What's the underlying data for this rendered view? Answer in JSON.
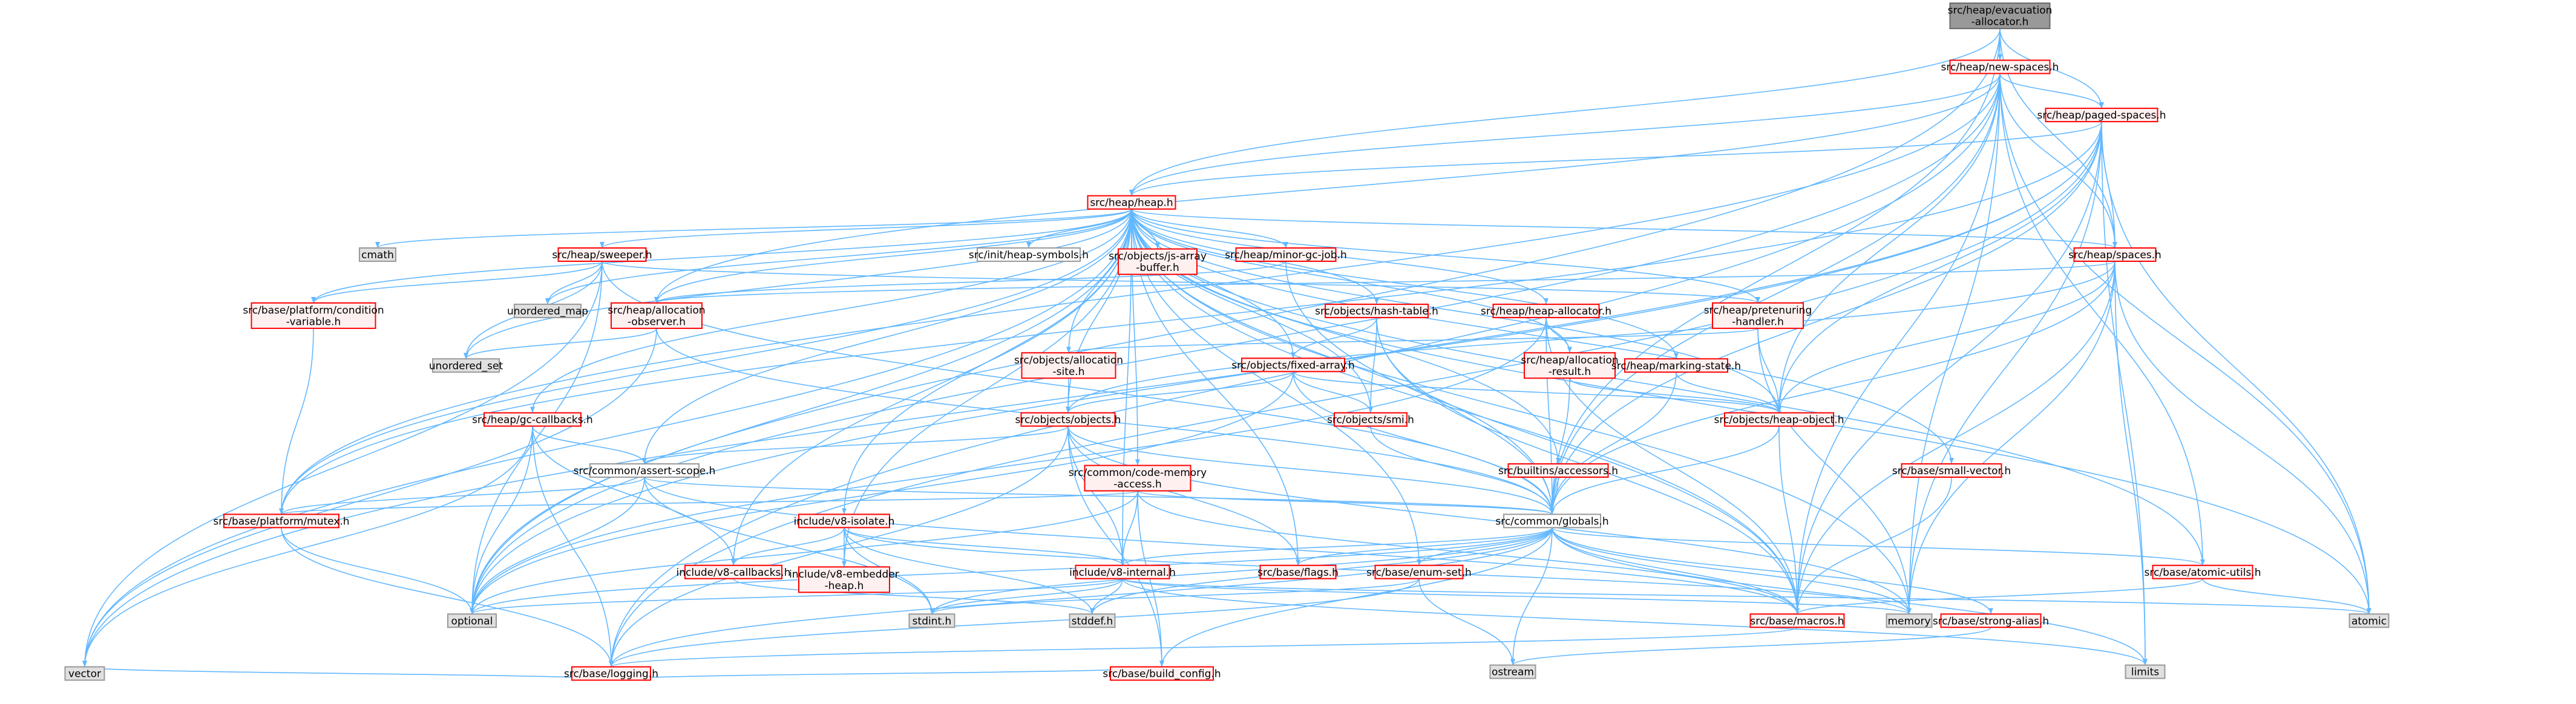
{
  "colors": {
    "edge": "#63b8ff",
    "node_border_red": "#ff0000",
    "node_border_gray": "#999999",
    "node_fill": "#fff0f0",
    "node_fill_system": "#e0e0e0",
    "root_fill": "#999999",
    "root_border": "#666666"
  },
  "nodes": [
    {
      "id": "root",
      "lines": [
        "src/heap/evacuation",
        "-allocator.h"
      ],
      "kind": "root"
    },
    {
      "id": "new_spaces",
      "lines": [
        "src/heap/new-spaces.h"
      ],
      "kind": "red"
    },
    {
      "id": "paged_spaces",
      "lines": [
        "src/heap/paged-spaces.h"
      ],
      "kind": "red"
    },
    {
      "id": "heap",
      "lines": [
        "src/heap/heap.h"
      ],
      "kind": "red"
    },
    {
      "id": "spaces",
      "lines": [
        "src/heap/spaces.h"
      ],
      "kind": "red"
    },
    {
      "id": "cmath",
      "lines": [
        "cmath"
      ],
      "kind": "sys"
    },
    {
      "id": "sweeper",
      "lines": [
        "src/heap/sweeper.h"
      ],
      "kind": "red"
    },
    {
      "id": "heap_symbols",
      "lines": [
        "src/init/heap-symbols.h"
      ],
      "kind": "gray"
    },
    {
      "id": "js_array_buffer",
      "lines": [
        "src/objects/js-array",
        "-buffer.h"
      ],
      "kind": "red"
    },
    {
      "id": "minor_gc_job",
      "lines": [
        "src/heap/minor-gc-job.h"
      ],
      "kind": "red"
    },
    {
      "id": "cond_var",
      "lines": [
        "src/base/platform/condition",
        "-variable.h"
      ],
      "kind": "red"
    },
    {
      "id": "unordered_map",
      "lines": [
        "unordered_map"
      ],
      "kind": "sys"
    },
    {
      "id": "alloc_observer",
      "lines": [
        "src/heap/allocation",
        "-observer.h"
      ],
      "kind": "red"
    },
    {
      "id": "hash_table",
      "lines": [
        "src/objects/hash-table.h"
      ],
      "kind": "red"
    },
    {
      "id": "heap_allocator",
      "lines": [
        "src/heap/heap-allocator.h"
      ],
      "kind": "red"
    },
    {
      "id": "pretenuring",
      "lines": [
        "src/heap/pretenuring",
        "-handler.h"
      ],
      "kind": "red"
    },
    {
      "id": "unordered_set",
      "lines": [
        "unordered_set"
      ],
      "kind": "sys"
    },
    {
      "id": "alloc_site",
      "lines": [
        "src/objects/allocation",
        "-site.h"
      ],
      "kind": "red"
    },
    {
      "id": "fixed_array",
      "lines": [
        "src/objects/fixed-array.h"
      ],
      "kind": "red"
    },
    {
      "id": "alloc_result",
      "lines": [
        "src/heap/allocation",
        "-result.h"
      ],
      "kind": "red"
    },
    {
      "id": "marking_state",
      "lines": [
        "src/heap/marking-state.h"
      ],
      "kind": "red"
    },
    {
      "id": "gc_callbacks",
      "lines": [
        "src/heap/gc-callbacks.h"
      ],
      "kind": "red"
    },
    {
      "id": "objects",
      "lines": [
        "src/objects/objects.h"
      ],
      "kind": "red"
    },
    {
      "id": "smi",
      "lines": [
        "src/objects/smi.h"
      ],
      "kind": "red"
    },
    {
      "id": "heap_object",
      "lines": [
        "src/objects/heap-object.h"
      ],
      "kind": "red"
    },
    {
      "id": "builtins_accessors",
      "lines": [
        "src/builtins/accessors.h"
      ],
      "kind": "red"
    },
    {
      "id": "small_vector",
      "lines": [
        "src/base/small-vector.h"
      ],
      "kind": "red"
    },
    {
      "id": "assert_scope",
      "lines": [
        "src/common/assert-scope.h"
      ],
      "kind": "gray"
    },
    {
      "id": "code_memory_access",
      "lines": [
        "src/common/code-memory",
        "-access.h"
      ],
      "kind": "red"
    },
    {
      "id": "globals",
      "lines": [
        "src/common/globals.h"
      ],
      "kind": "gray"
    },
    {
      "id": "platform_mutex",
      "lines": [
        "src/base/platform/mutex.h"
      ],
      "kind": "red"
    },
    {
      "id": "v8_isolate",
      "lines": [
        "include/v8-isolate.h"
      ],
      "kind": "red"
    },
    {
      "id": "v8_callbacks",
      "lines": [
        "include/v8-callbacks.h"
      ],
      "kind": "red"
    },
    {
      "id": "v8_embedder_heap",
      "lines": [
        "include/v8-embedder",
        "-heap.h"
      ],
      "kind": "red"
    },
    {
      "id": "v8_internal",
      "lines": [
        "include/v8-internal.h"
      ],
      "kind": "red"
    },
    {
      "id": "base_flags",
      "lines": [
        "src/base/flags.h"
      ],
      "kind": "red"
    },
    {
      "id": "enum_set",
      "lines": [
        "src/base/enum-set.h"
      ],
      "kind": "red"
    },
    {
      "id": "atomic_utils",
      "lines": [
        "src/base/atomic-utils.h"
      ],
      "kind": "red"
    },
    {
      "id": "optional",
      "lines": [
        "optional"
      ],
      "kind": "sys"
    },
    {
      "id": "stdint",
      "lines": [
        "stdint.h"
      ],
      "kind": "sys"
    },
    {
      "id": "stddef",
      "lines": [
        "stddef.h"
      ],
      "kind": "sys"
    },
    {
      "id": "macros",
      "lines": [
        "src/base/macros.h"
      ],
      "kind": "red"
    },
    {
      "id": "memory",
      "lines": [
        "memory"
      ],
      "kind": "sys"
    },
    {
      "id": "strong_alias",
      "lines": [
        "src/base/strong-alias.h"
      ],
      "kind": "red"
    },
    {
      "id": "atomic",
      "lines": [
        "atomic"
      ],
      "kind": "sys"
    },
    {
      "id": "logging",
      "lines": [
        "src/base/logging.h"
      ],
      "kind": "red"
    },
    {
      "id": "ostream",
      "lines": [
        "ostream"
      ],
      "kind": "sys"
    },
    {
      "id": "limits",
      "lines": [
        "limits"
      ],
      "kind": "sys"
    },
    {
      "id": "vector",
      "lines": [
        "vector"
      ],
      "kind": "sys"
    },
    {
      "id": "build_config",
      "lines": [
        "src/base/build_config.h"
      ],
      "kind": "red"
    }
  ],
  "edges": [
    [
      "root",
      "new_spaces"
    ],
    [
      "root",
      "paged_spaces"
    ],
    [
      "root",
      "heap"
    ],
    [
      "root",
      "spaces"
    ],
    [
      "root",
      "globals"
    ],
    [
      "root",
      "optional"
    ],
    [
      "new_spaces",
      "paged_spaces"
    ],
    [
      "new_spaces",
      "heap"
    ],
    [
      "new_spaces",
      "spaces"
    ],
    [
      "new_spaces",
      "globals"
    ],
    [
      "new_spaces",
      "heap_object"
    ],
    [
      "new_spaces",
      "atomic_utils"
    ],
    [
      "new_spaces",
      "macros"
    ],
    [
      "new_spaces",
      "platform_mutex"
    ],
    [
      "new_spaces",
      "logging"
    ],
    [
      "new_spaces",
      "atomic"
    ],
    [
      "new_spaces",
      "memory"
    ],
    [
      "new_spaces",
      "optional"
    ],
    [
      "new_spaces",
      "alloc_observer"
    ],
    [
      "paged_spaces",
      "heap"
    ],
    [
      "paged_spaces",
      "spaces"
    ],
    [
      "paged_spaces",
      "globals"
    ],
    [
      "paged_spaces",
      "heap_object"
    ],
    [
      "paged_spaces",
      "atomic"
    ],
    [
      "paged_spaces",
      "limits"
    ],
    [
      "paged_spaces",
      "memory"
    ],
    [
      "paged_spaces",
      "optional"
    ],
    [
      "paged_spaces",
      "platform_mutex"
    ],
    [
      "paged_spaces",
      "logging"
    ],
    [
      "paged_spaces",
      "macros"
    ],
    [
      "paged_spaces",
      "vector"
    ],
    [
      "heap",
      "cmath"
    ],
    [
      "heap",
      "sweeper"
    ],
    [
      "heap",
      "heap_symbols"
    ],
    [
      "heap",
      "js_array_buffer"
    ],
    [
      "heap",
      "minor_gc_job"
    ],
    [
      "heap",
      "cond_var"
    ],
    [
      "heap",
      "unordered_map"
    ],
    [
      "heap",
      "alloc_observer"
    ],
    [
      "heap",
      "hash_table"
    ],
    [
      "heap",
      "heap_allocator"
    ],
    [
      "heap",
      "pretenuring"
    ],
    [
      "heap",
      "unordered_set"
    ],
    [
      "heap",
      "alloc_site"
    ],
    [
      "heap",
      "fixed_array"
    ],
    [
      "heap",
      "alloc_result"
    ],
    [
      "heap",
      "marking_state"
    ],
    [
      "heap",
      "gc_callbacks"
    ],
    [
      "heap",
      "objects"
    ],
    [
      "heap",
      "smi"
    ],
    [
      "heap",
      "heap_object"
    ],
    [
      "heap",
      "builtins_accessors"
    ],
    [
      "heap",
      "small_vector"
    ],
    [
      "heap",
      "assert_scope"
    ],
    [
      "heap",
      "code_memory_access"
    ],
    [
      "heap",
      "globals"
    ],
    [
      "heap",
      "platform_mutex"
    ],
    [
      "heap",
      "v8_isolate"
    ],
    [
      "heap",
      "v8_callbacks"
    ],
    [
      "heap",
      "v8_embedder_heap"
    ],
    [
      "heap",
      "v8_internal"
    ],
    [
      "heap",
      "enum_set"
    ],
    [
      "heap",
      "atomic_utils"
    ],
    [
      "heap",
      "optional"
    ],
    [
      "heap",
      "atomic"
    ],
    [
      "heap",
      "memory"
    ],
    [
      "heap",
      "vector"
    ],
    [
      "heap",
      "macros"
    ],
    [
      "heap",
      "spaces"
    ],
    [
      "heap",
      "base_flags"
    ],
    [
      "spaces",
      "alloc_observer"
    ],
    [
      "spaces",
      "heap_object"
    ],
    [
      "spaces",
      "globals"
    ],
    [
      "spaces",
      "objects"
    ],
    [
      "spaces",
      "macros"
    ],
    [
      "spaces",
      "memory"
    ],
    [
      "spaces",
      "atomic"
    ],
    [
      "spaces",
      "limits"
    ],
    [
      "sweeper",
      "cond_var"
    ],
    [
      "sweeper",
      "unordered_map"
    ],
    [
      "sweeper",
      "unordered_set"
    ],
    [
      "sweeper",
      "pretenuring"
    ],
    [
      "sweeper",
      "globals"
    ],
    [
      "sweeper",
      "vector"
    ],
    [
      "sweeper",
      "optional"
    ],
    [
      "minor_gc_job",
      "alloc_observer"
    ],
    [
      "minor_gc_job",
      "macros"
    ],
    [
      "cond_var",
      "platform_mutex"
    ],
    [
      "alloc_observer",
      "unordered_set"
    ],
    [
      "alloc_observer",
      "vector"
    ],
    [
      "alloc_observer",
      "globals"
    ],
    [
      "hash_table",
      "fixed_array"
    ],
    [
      "hash_table",
      "smi"
    ],
    [
      "hash_table",
      "globals"
    ],
    [
      "hash_table",
      "macros"
    ],
    [
      "heap_allocator",
      "alloc_result"
    ],
    [
      "heap_allocator",
      "globals"
    ],
    [
      "heap_allocator",
      "optional"
    ],
    [
      "heap_allocator",
      "macros"
    ],
    [
      "pretenuring",
      "heap_object"
    ],
    [
      "pretenuring",
      "memory"
    ],
    [
      "pretenuring",
      "alloc_site"
    ],
    [
      "alloc_site",
      "objects"
    ],
    [
      "fixed_array",
      "objects"
    ],
    [
      "fixed_array",
      "smi"
    ],
    [
      "fixed_array",
      "heap_object"
    ],
    [
      "fixed_array",
      "globals"
    ],
    [
      "fixed_array",
      "optional"
    ],
    [
      "alloc_result",
      "heap_object"
    ],
    [
      "alloc_result",
      "globals"
    ],
    [
      "marking_state",
      "heap_object"
    ],
    [
      "marking_state",
      "globals"
    ],
    [
      "gc_callbacks",
      "assert_scope"
    ],
    [
      "gc_callbacks",
      "v8_callbacks"
    ],
    [
      "gc_callbacks",
      "vector"
    ],
    [
      "gc_callbacks",
      "optional"
    ],
    [
      "gc_callbacks",
      "logging"
    ],
    [
      "objects",
      "assert_scope"
    ],
    [
      "objects",
      "globals"
    ],
    [
      "objects",
      "v8_internal"
    ],
    [
      "objects",
      "base_flags"
    ],
    [
      "objects",
      "logging"
    ],
    [
      "objects",
      "build_config"
    ],
    [
      "objects",
      "memory"
    ],
    [
      "smi",
      "globals"
    ],
    [
      "heap_object",
      "globals"
    ],
    [
      "heap_object",
      "macros"
    ],
    [
      "builtins_accessors",
      "globals"
    ],
    [
      "small_vector",
      "macros"
    ],
    [
      "assert_scope",
      "globals"
    ],
    [
      "assert_scope",
      "platform_mutex"
    ],
    [
      "assert_scope",
      "optional"
    ],
    [
      "assert_scope",
      "stdint"
    ],
    [
      "assert_scope",
      "macros"
    ],
    [
      "code_memory_access",
      "globals"
    ],
    [
      "code_memory_access",
      "v8_internal"
    ],
    [
      "code_memory_access",
      "build_config"
    ],
    [
      "code_memory_access",
      "optional"
    ],
    [
      "code_memory_access",
      "platform_mutex"
    ],
    [
      "code_memory_access",
      "macros"
    ],
    [
      "globals",
      "v8_internal"
    ],
    [
      "globals",
      "base_flags"
    ],
    [
      "globals",
      "enum_set"
    ],
    [
      "globals",
      "atomic_utils"
    ],
    [
      "globals",
      "macros"
    ],
    [
      "globals",
      "memory"
    ],
    [
      "globals",
      "strong_alias"
    ],
    [
      "globals",
      "stdint"
    ],
    [
      "globals",
      "stddef"
    ],
    [
      "globals",
      "ostream"
    ],
    [
      "globals",
      "limits"
    ],
    [
      "globals",
      "logging"
    ],
    [
      "globals",
      "optional"
    ],
    [
      "globals",
      "build_config"
    ],
    [
      "platform_mutex",
      "optional"
    ],
    [
      "platform_mutex",
      "logging"
    ],
    [
      "v8_isolate",
      "v8_callbacks"
    ],
    [
      "v8_isolate",
      "v8_embedder_heap"
    ],
    [
      "v8_isolate",
      "v8_internal"
    ],
    [
      "v8_isolate",
      "stdint"
    ],
    [
      "v8_isolate",
      "stddef"
    ],
    [
      "v8_isolate",
      "memory"
    ],
    [
      "v8_callbacks",
      "stddef"
    ],
    [
      "v8_internal",
      "stdint"
    ],
    [
      "v8_internal",
      "stddef"
    ],
    [
      "v8_internal",
      "atomic"
    ],
    [
      "v8_internal",
      "memory"
    ],
    [
      "v8_internal",
      "optional"
    ],
    [
      "v8_internal",
      "limits"
    ],
    [
      "enum_set",
      "stdint"
    ],
    [
      "enum_set",
      "ostream"
    ],
    [
      "enum_set",
      "logging"
    ],
    [
      "atomic_utils",
      "atomic"
    ],
    [
      "atomic_utils",
      "macros"
    ],
    [
      "macros",
      "logging"
    ],
    [
      "strong_alias",
      "ostream"
    ],
    [
      "logging",
      "vector"
    ],
    [
      "logging",
      "build_config"
    ]
  ]
}
